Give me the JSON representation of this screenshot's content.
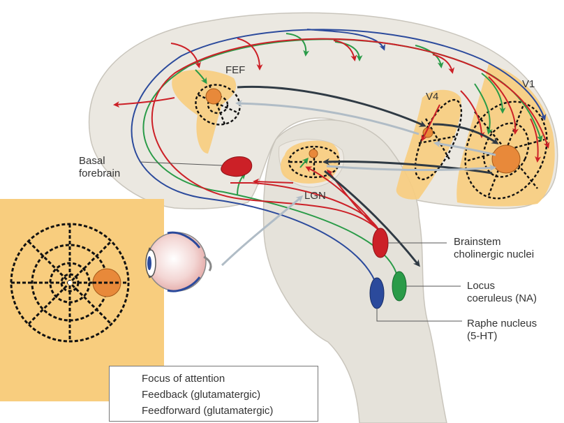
{
  "labels": {
    "fef": "FEF",
    "v4": "V4",
    "v1": "V1",
    "lgn": "LGN",
    "basal_forebrain_line1": "Basal",
    "basal_forebrain_line2": "forebrain",
    "brainstem_line1": "Brainstem",
    "brainstem_line2": "cholinergic nuclei",
    "locus_line1": "Locus",
    "locus_line2": "coeruleus (NA)",
    "raphe_line1": "Raphe nucleus",
    "raphe_line2": "(5-HT)"
  },
  "legend": {
    "focus": "Focus of attention",
    "feedback": "Feedback (glutamatergic)",
    "feedforward": "Feedforward (glutamatergic)"
  },
  "colors": {
    "brain_fill": "#ebe8e1",
    "brain_outline": "#c9c5bc",
    "area_fill": "#f8cd7e",
    "focus_fill": "#e8893a",
    "feedback": "#2f3a44",
    "feedforward": "#b0bcc6",
    "cholinergic": "#cc2027",
    "noradrenergic": "#2a9b48",
    "serotonergic": "#2b4a9c"
  }
}
